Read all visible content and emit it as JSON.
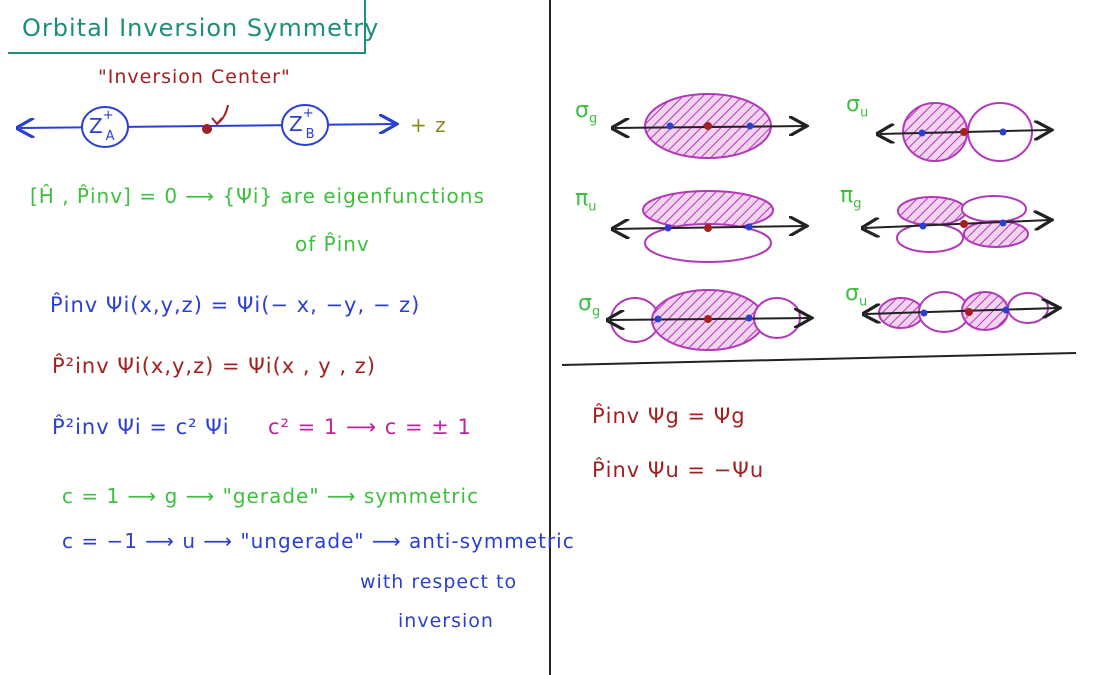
{
  "title": "Orbital Inversion Symmetry",
  "axis": {
    "center_label": "\"Inversion Center\"",
    "nucleus_a_main": "Z",
    "nucleus_a_sup": "+",
    "nucleus_a_sub": "A",
    "nucleus_b_main": "Z",
    "nucleus_b_sup": "+",
    "nucleus_b_sub": "B",
    "direction_label": "+ z"
  },
  "commutator": {
    "line1": "[Ĥ , P̂inv] = 0  ⟶  {Ψi} are eigenfunctions",
    "line2": "of  P̂inv"
  },
  "equations": {
    "eq1": "P̂inv Ψi(x,y,z) = Ψi(− x, −y, − z)",
    "eq2": "P̂²inv Ψi(x,y,z) = Ψi(x , y , z)",
    "eq3_left": "P̂²inv Ψi = c² Ψi",
    "eq3_right": "c² = 1  ⟶  c = ± 1"
  },
  "parity": {
    "gerade_line": "c = 1 ⟶ g ⟶ \"gerade\" ⟶ symmetric",
    "ungerade_line": "c = −1 ⟶ u ⟶ \"ungerade\" ⟶ anti-symmetric",
    "note_line1": "with respect to",
    "note_line2": "inversion"
  },
  "orbitals": [
    {
      "symbol": "σ",
      "subscript": "g"
    },
    {
      "symbol": "σ",
      "subscript": "u"
    },
    {
      "symbol": "π",
      "subscript": "u"
    },
    {
      "symbol": "π",
      "subscript": "g"
    },
    {
      "symbol": "σ",
      "subscript": "g"
    },
    {
      "symbol": "σ",
      "subscript": "u"
    }
  ],
  "results": {
    "gerade": "P̂inv Ψg = Ψg",
    "ungerade": "P̂inv Ψu = −Ψu"
  },
  "colors": {
    "green": "#3fbf3f",
    "blue": "#2b3fd0",
    "red": "#a32020",
    "magenta": "#c0249c",
    "teal": "#1c8f7b",
    "olive": "#8a8a14",
    "lobe_fill": "#d88fd3",
    "lobe_stroke": "#b238b8"
  }
}
